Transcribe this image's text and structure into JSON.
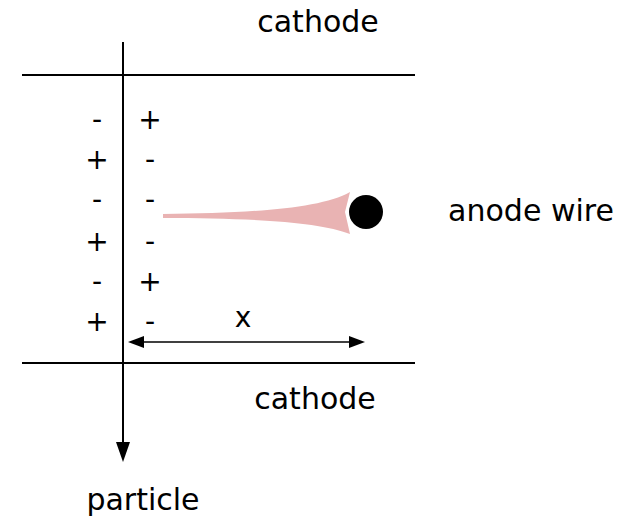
{
  "diagram": {
    "labels": [
      "cathode",
      "-",
      "+",
      "+",
      "-",
      "-",
      "-",
      "anode wire",
      "+",
      "-",
      "-",
      "+",
      "+",
      "-",
      "x",
      "cathode",
      "particle"
    ]
  }
}
